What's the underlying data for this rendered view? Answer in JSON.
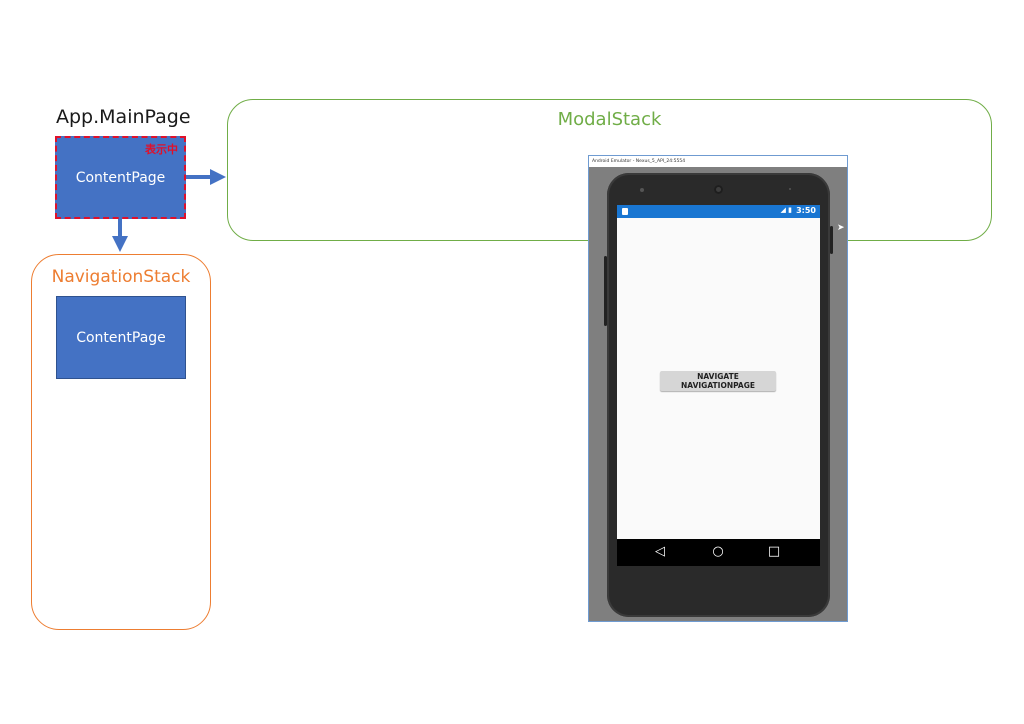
{
  "diagram": {
    "main_page": {
      "title": "App.MainPage",
      "content_label": "ContentPage",
      "badge": "表示中"
    },
    "navigation_stack": {
      "title": "NavigationStack",
      "content_label": "ContentPage"
    },
    "modal_stack": {
      "title": "ModalStack"
    },
    "colors": {
      "content_fill": "#4472c4",
      "badge_red": "#e0102a",
      "navstack_orange": "#ed7d31",
      "modalstack_green": "#70ad47",
      "arrow_blue": "#4472c4"
    }
  },
  "emulator": {
    "window_title": "Android Emulator - Nexus_5_API_24:5554",
    "status_bar": {
      "time": "3:50",
      "color": "#1976d2"
    },
    "button_label": "NAVIGATE NAVIGATIONPAGE",
    "nav_bar": {
      "back": "◁",
      "home": "○",
      "recents": "□"
    }
  }
}
